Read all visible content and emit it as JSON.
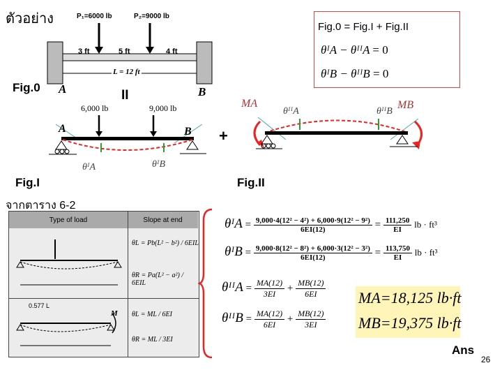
{
  "slide": {
    "title": "ตัวอย่าง",
    "subtitle_table": "จากตาราง 6-2",
    "page_number": "26",
    "ans": "Ans"
  },
  "fig0": {
    "label": "Fig.0",
    "P1": "P₁=6000 lb",
    "P2": "P₂=9000 lb",
    "span1": "3 ft",
    "span2": "5 ft",
    "span3": "4 ft",
    "L": "L = 12 ft",
    "A": "A",
    "B": "B",
    "equals": "II"
  },
  "compat_box": {
    "title": "Fig.0 = Fig.I + Fig.II",
    "eq1_lhs": "θᴵA − θᴵᴵA",
    "eq1_rhs": "= 0",
    "eq2_lhs": "θᴵB − θᴵᴵB",
    "eq2_rhs": "= 0"
  },
  "figI": {
    "label": "Fig.I",
    "load1": "6,000 lb",
    "load2": "9,000 lb",
    "A": "A",
    "B": "B",
    "thetaA": "θᴵA",
    "thetaB": "θᴵB"
  },
  "figII": {
    "label": "Fig.II",
    "plus": "+",
    "MA": "MA",
    "MB": "MB",
    "thetaA": "θᴵᴵA",
    "thetaB": "θᴵᴵB"
  },
  "table": {
    "col1": "Type of load",
    "col2": "Slope at end",
    "row1_top": "θL = Pb(L² − b²) / 6EIL",
    "row1_bot": "θR = Pa(L² − a²) / 6EIL",
    "row2_top": "θL = ML / 6EI",
    "row2_bot": "θR = ML / 3EI",
    "row2_dim": "0.577 L",
    "row2_M": "M"
  },
  "equations": {
    "e1_lhs": "θᴵA",
    "e1_num": "9,000·4(12² − 4²) + 6,000·9(12² − 9²)",
    "e1_den": "6EI(12)",
    "e1_res_num": "111,250",
    "e1_res_den": "EI",
    "e1_unit": "lb · ft³",
    "e2_lhs": "θᴵB",
    "e2_num": "9,000·8(12² − 8²) + 6,000·3(12² − 3²)",
    "e2_den": "6EI(12)",
    "e2_res_num": "113,750",
    "e2_res_den": "EI",
    "e2_unit": "lb · ft³",
    "e3_lhs": "θᴵᴵA",
    "e3_t1_num": "MA(12)",
    "e3_t1_den": "3EI",
    "e3_t2_num": "MB(12)",
    "e3_t2_den": "6EI",
    "e4_lhs": "θᴵᴵB",
    "e4_t1_num": "MA(12)",
    "e4_t1_den": "6EI",
    "e4_t2_num": "MB(12)",
    "e4_t2_den": "3EI"
  },
  "answer": {
    "MA": "MA=18,125 lb·ft",
    "MB": "MB=19,375 lb·ft"
  }
}
